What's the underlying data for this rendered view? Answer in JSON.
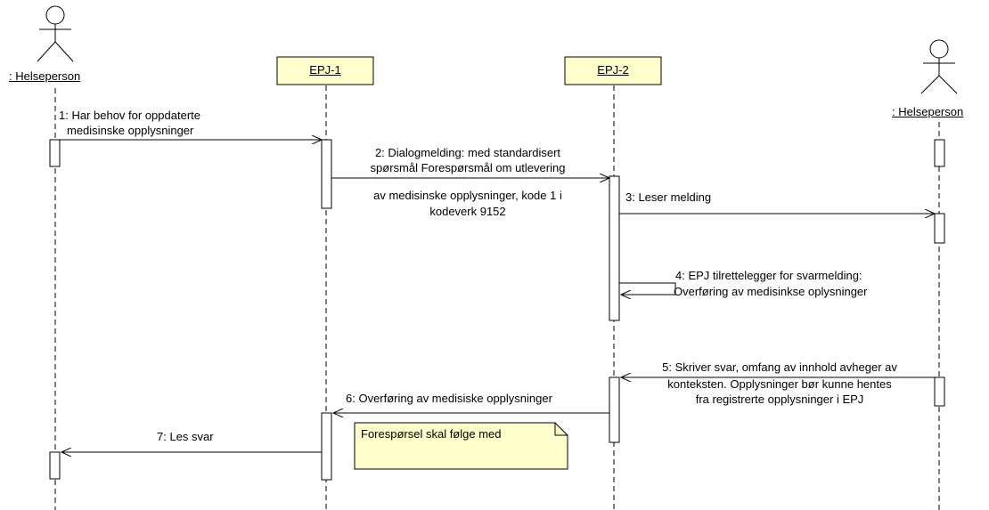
{
  "participants": {
    "actor_left": ": Helseperson",
    "epj1": "EPJ-1",
    "epj2": "EPJ-2",
    "actor_right": ": Helseperson"
  },
  "messages": {
    "m1_line1": "1: Har behov for oppdaterte",
    "m1_line2": "medisinske opplysninger",
    "m2_line1": "2: Dialogmelding: med standardisert",
    "m2_line2": "spørsmål Forespørsmål om utlevering",
    "m2_line3": "av medisinske opplysninger, kode 1 i",
    "m2_line4": "kodeverk 9152",
    "m3": "3: Leser melding",
    "m4_line1": "4: EPJ tilrettelegger for svarmelding:",
    "m4_line2": "Overføring av medisinkse oplysninger",
    "m5_line1": "5: Skriver svar, omfang av innhold avheger av",
    "m5_line2": "konteksten. Opplysninger bør kunne hentes",
    "m5_line3": "fra registrerte opplysninger i EPJ",
    "m6": "6: Overføring av medisiske opplysninger",
    "m7": "7: Les svar"
  },
  "note": "Forespørsel skal følge med",
  "colors": {
    "box_fill": "#ffffcc",
    "line": "#000000"
  }
}
